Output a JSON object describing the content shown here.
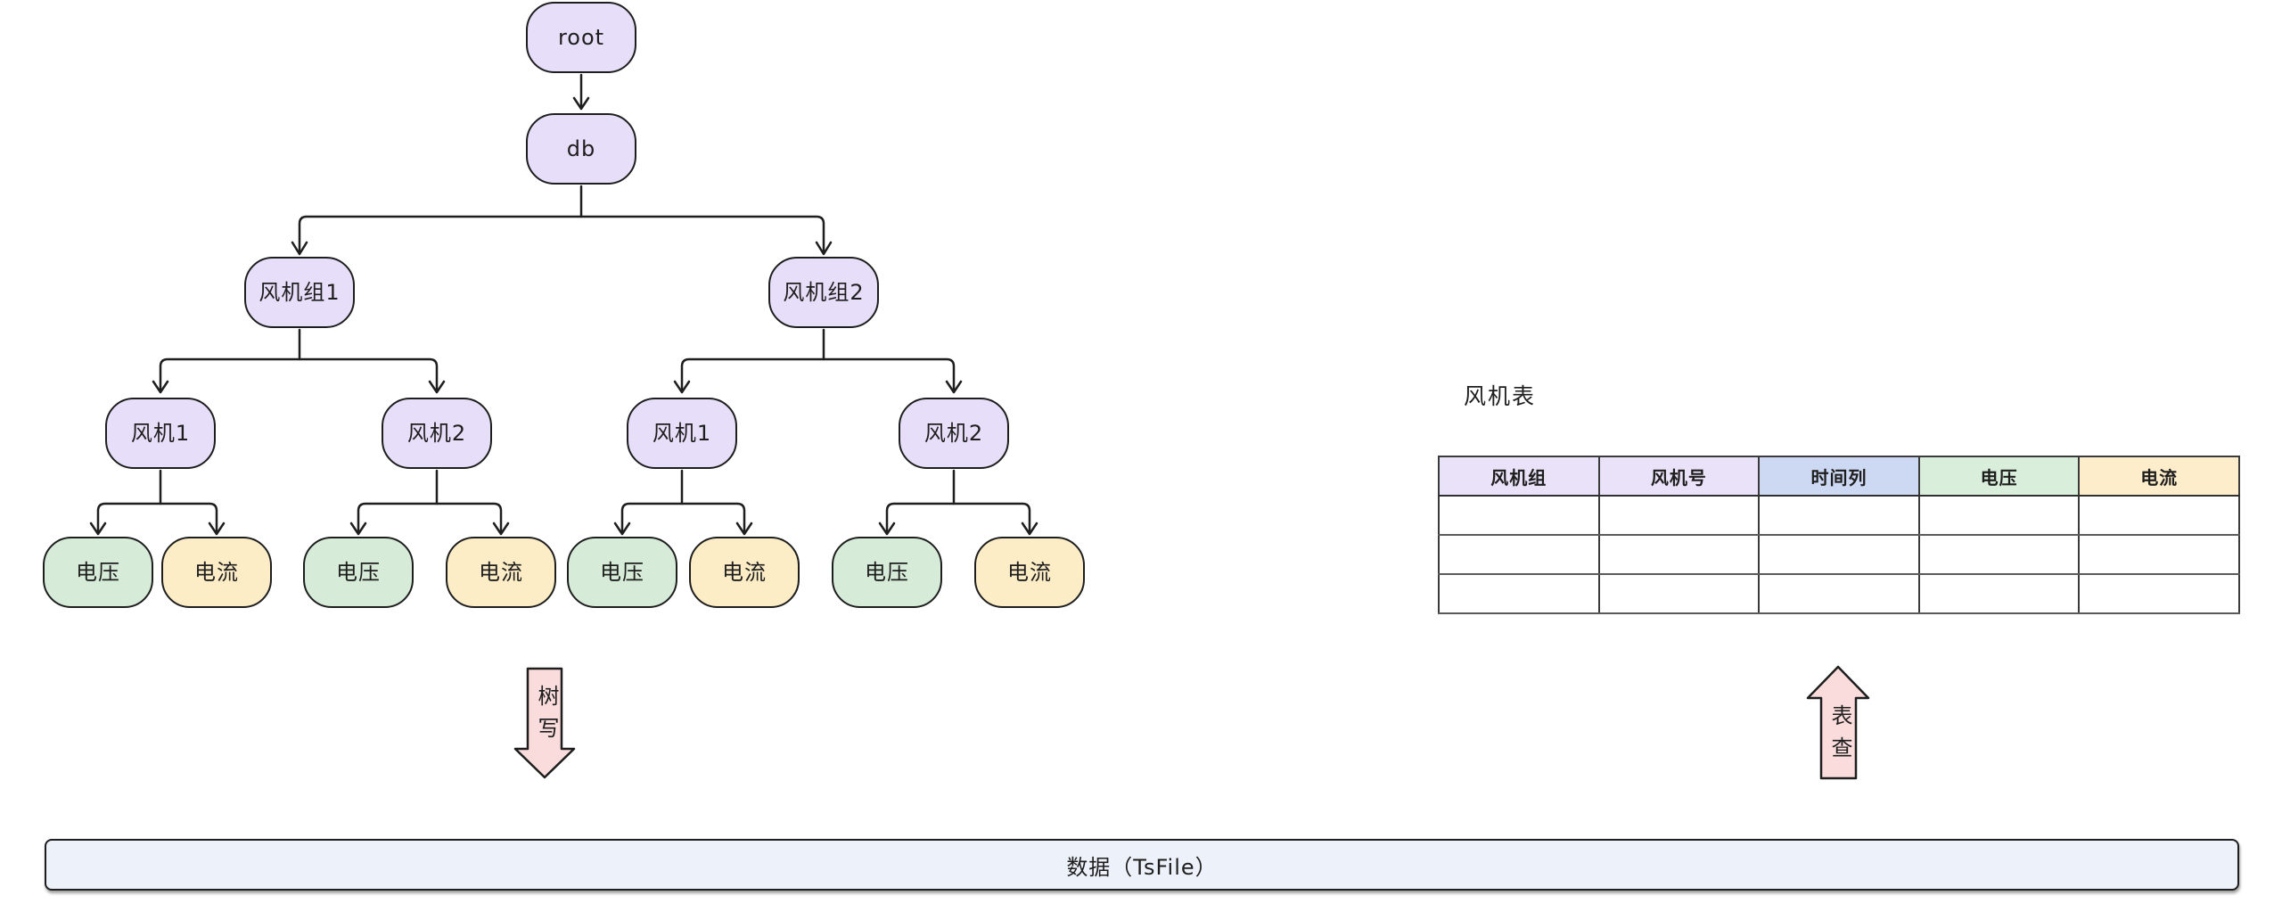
{
  "tree": {
    "nodes": {
      "root": "root",
      "db": "db",
      "group1": "风机组1",
      "group2": "风机组2",
      "fan1": "风机1",
      "fan2": "风机2",
      "voltage": "电压",
      "current": "电流"
    }
  },
  "arrows": {
    "tree_write": "树写",
    "table_query": "表查"
  },
  "table": {
    "title": "风机表",
    "columns": [
      {
        "label": "风机组",
        "color": "#eae2f8"
      },
      {
        "label": "风机号",
        "color": "#eae2f8"
      },
      {
        "label": "时间列",
        "color": "#cdd8f2"
      },
      {
        "label": "电压",
        "color": "#d9efdb"
      },
      {
        "label": "电流",
        "color": "#fdedca"
      }
    ],
    "empty_row_count": 3
  },
  "storage_bar": {
    "label": "数据（TsFile）"
  },
  "colors": {
    "node_purple": "#e7def9",
    "node_green": "#d6ecd8",
    "node_yellow": "#fcedc6",
    "arrow_pink": "#fbdcdc",
    "storage_bar_fill": "#edf1fa",
    "stroke": "#1e1e1e"
  }
}
